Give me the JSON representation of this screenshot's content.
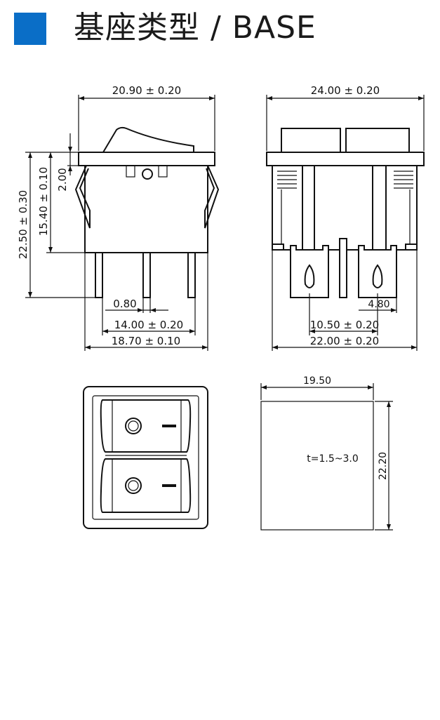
{
  "title": "基座类型 / BASE",
  "colors": {
    "accent": "#0a6ec7",
    "line": "#111111"
  },
  "dimensions": {
    "side_width": "20.90 ± 0.20",
    "front_width": "24.00 ± 0.20",
    "overall_height": "22.50 ± 0.30",
    "body_height": "15.40 ± 0.10",
    "flange_thickness": "2.00",
    "pin_width": "0.80",
    "pin_pitch": "14.00 ± 0.20",
    "base_width": "18.70 ± 0.10",
    "terminal_width": "4.80",
    "terminal_pitch": "10.50 ± 0.20",
    "terminal_span": "22.00 ± 0.20",
    "cutout_width": "19.50",
    "cutout_height": "22.20",
    "panel_thickness": "t=1.5~3.0"
  }
}
